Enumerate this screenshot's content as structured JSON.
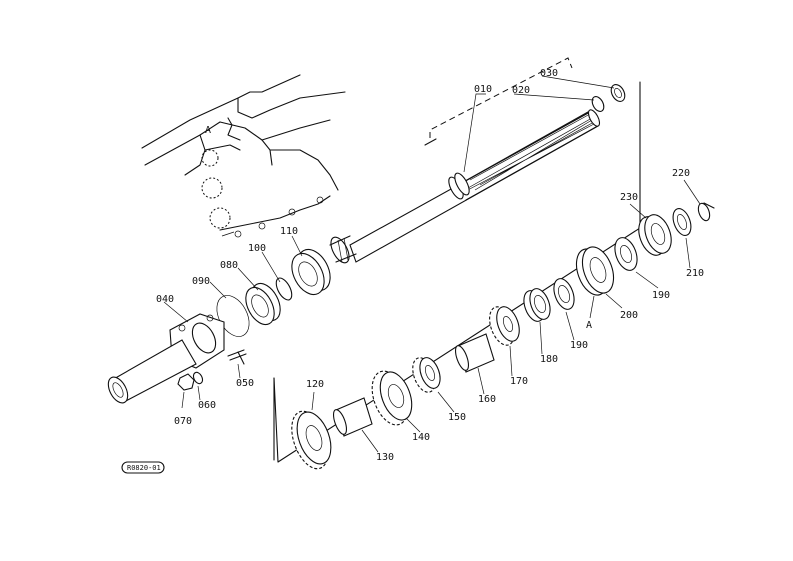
{
  "diagram": {
    "part_labels": {
      "p010": "010",
      "p020": "020",
      "p030": "030",
      "p040": "040",
      "p050": "050",
      "p060": "060",
      "p070": "070",
      "p080": "080",
      "p090": "090",
      "p100": "100",
      "p110": "110",
      "p120": "120",
      "p130": "130",
      "p140": "140",
      "p150": "150",
      "p160": "160",
      "p170": "170",
      "p180": "180",
      "p190a": "190",
      "p190b": "190",
      "p200": "200",
      "p210": "210",
      "p220": "220",
      "p230": "230"
    },
    "reference_marks": {
      "housing": "A",
      "bearing": "A"
    },
    "drawing_code": "R0820-01"
  }
}
